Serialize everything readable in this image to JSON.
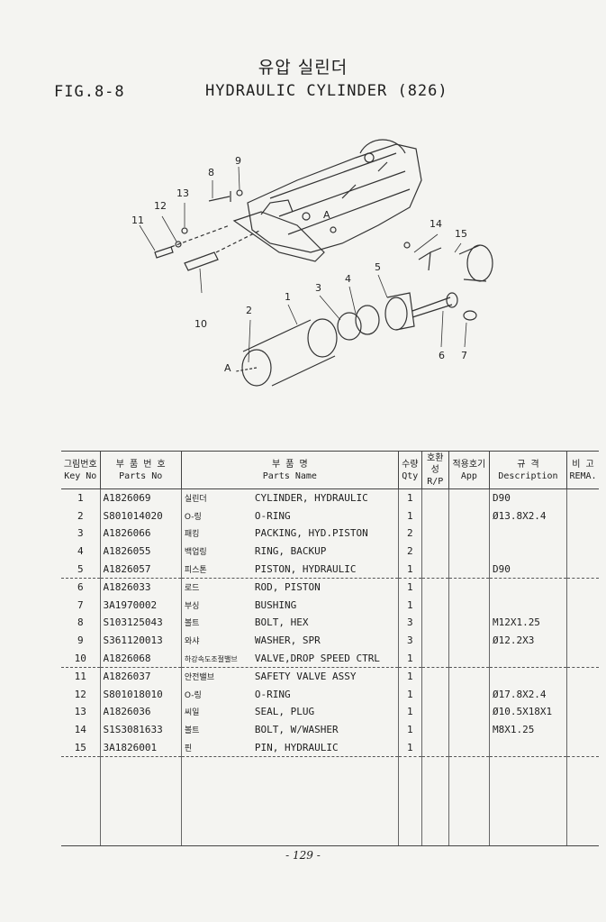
{
  "header": {
    "title_korean": "유압 실린더",
    "figure_number": "FIG.8-8",
    "title_english": "HYDRAULIC CYLINDER (826)"
  },
  "diagram": {
    "callouts": [
      "1",
      "2",
      "3",
      "4",
      "5",
      "6",
      "7",
      "8",
      "9",
      "10",
      "11",
      "12",
      "13",
      "14",
      "15",
      "A",
      "A"
    ]
  },
  "table": {
    "headers": [
      {
        "ko": "그림번호",
        "en": "Key No"
      },
      {
        "ko": "부 품 번 호",
        "en": "Parts No"
      },
      {
        "ko": "부 품 명",
        "en": "Parts Name"
      },
      {
        "ko": "수량",
        "en": "Qty"
      },
      {
        "ko": "호환성",
        "en": "R/P"
      },
      {
        "ko": "적용호기",
        "en": "App"
      },
      {
        "ko": "규 격",
        "en": "Description"
      },
      {
        "ko": "비 고",
        "en": "REMA."
      }
    ],
    "rows": [
      {
        "key": "1",
        "part_no": "A1826069",
        "name_ko": "실린더",
        "name_en": "CYLINDER, HYDRAULIC",
        "qty": "1",
        "rp": "",
        "app": "",
        "desc": "D90",
        "rema": ""
      },
      {
        "key": "2",
        "part_no": "S801014020",
        "name_ko": "O-링",
        "name_en": "O-RING",
        "qty": "1",
        "rp": "",
        "app": "",
        "desc": "Ø13.8X2.4",
        "rema": ""
      },
      {
        "key": "3",
        "part_no": "A1826066",
        "name_ko": "패킹",
        "name_en": "PACKING, HYD.PISTON",
        "qty": "2",
        "rp": "",
        "app": "",
        "desc": "",
        "rema": ""
      },
      {
        "key": "4",
        "part_no": "A1826055",
        "name_ko": "백업링",
        "name_en": "RING, BACKUP",
        "qty": "2",
        "rp": "",
        "app": "",
        "desc": "",
        "rema": ""
      },
      {
        "key": "5",
        "part_no": "A1826057",
        "name_ko": "피스톤",
        "name_en": "PISTON, HYDRAULIC",
        "qty": "1",
        "rp": "",
        "app": "",
        "desc": "D90",
        "rema": ""
      },
      {
        "key": "6",
        "part_no": "A1826033",
        "name_ko": "로드",
        "name_en": "ROD, PISTON",
        "qty": "1",
        "rp": "",
        "app": "",
        "desc": "",
        "rema": ""
      },
      {
        "key": "7",
        "part_no": "3A1970002",
        "name_ko": "부싱",
        "name_en": "BUSHING",
        "qty": "1",
        "rp": "",
        "app": "",
        "desc": "",
        "rema": ""
      },
      {
        "key": "8",
        "part_no": "S103125043",
        "name_ko": "볼트",
        "name_en": "BOLT, HEX",
        "qty": "3",
        "rp": "",
        "app": "",
        "desc": "M12X1.25",
        "rema": ""
      },
      {
        "key": "9",
        "part_no": "S361120013",
        "name_ko": "와샤",
        "name_en": "WASHER, SPR",
        "qty": "3",
        "rp": "",
        "app": "",
        "desc": "Ø12.2X3",
        "rema": ""
      },
      {
        "key": "10",
        "part_no": "A1826068",
        "name_ko": "하강속도조절밸브",
        "name_en": "VALVE,DROP SPEED CTRL",
        "qty": "1",
        "rp": "",
        "app": "",
        "desc": "",
        "rema": ""
      },
      {
        "key": "11",
        "part_no": "A1826037",
        "name_ko": "안전밸브",
        "name_en": "SAFETY VALVE ASSY",
        "qty": "1",
        "rp": "",
        "app": "",
        "desc": "",
        "rema": ""
      },
      {
        "key": "12",
        "part_no": "S801018010",
        "name_ko": "O-링",
        "name_en": "O-RING",
        "qty": "1",
        "rp": "",
        "app": "",
        "desc": "Ø17.8X2.4",
        "rema": ""
      },
      {
        "key": "13",
        "part_no": "A1826036",
        "name_ko": "씨일",
        "name_en": "SEAL, PLUG",
        "qty": "1",
        "rp": "",
        "app": "",
        "desc": "Ø10.5X18X1",
        "rema": ""
      },
      {
        "key": "14",
        "part_no": "S1S3081633",
        "name_ko": "볼트",
        "name_en": "BOLT, W/WASHER",
        "qty": "1",
        "rp": "",
        "app": "",
        "desc": "M8X1.25",
        "rema": ""
      },
      {
        "key": "15",
        "part_no": "3A1826001",
        "name_ko": "핀",
        "name_en": "PIN, HYDRAULIC",
        "qty": "1",
        "rp": "",
        "app": "",
        "desc": "",
        "rema": ""
      }
    ]
  },
  "footer": {
    "page_number": "- 129 -"
  }
}
